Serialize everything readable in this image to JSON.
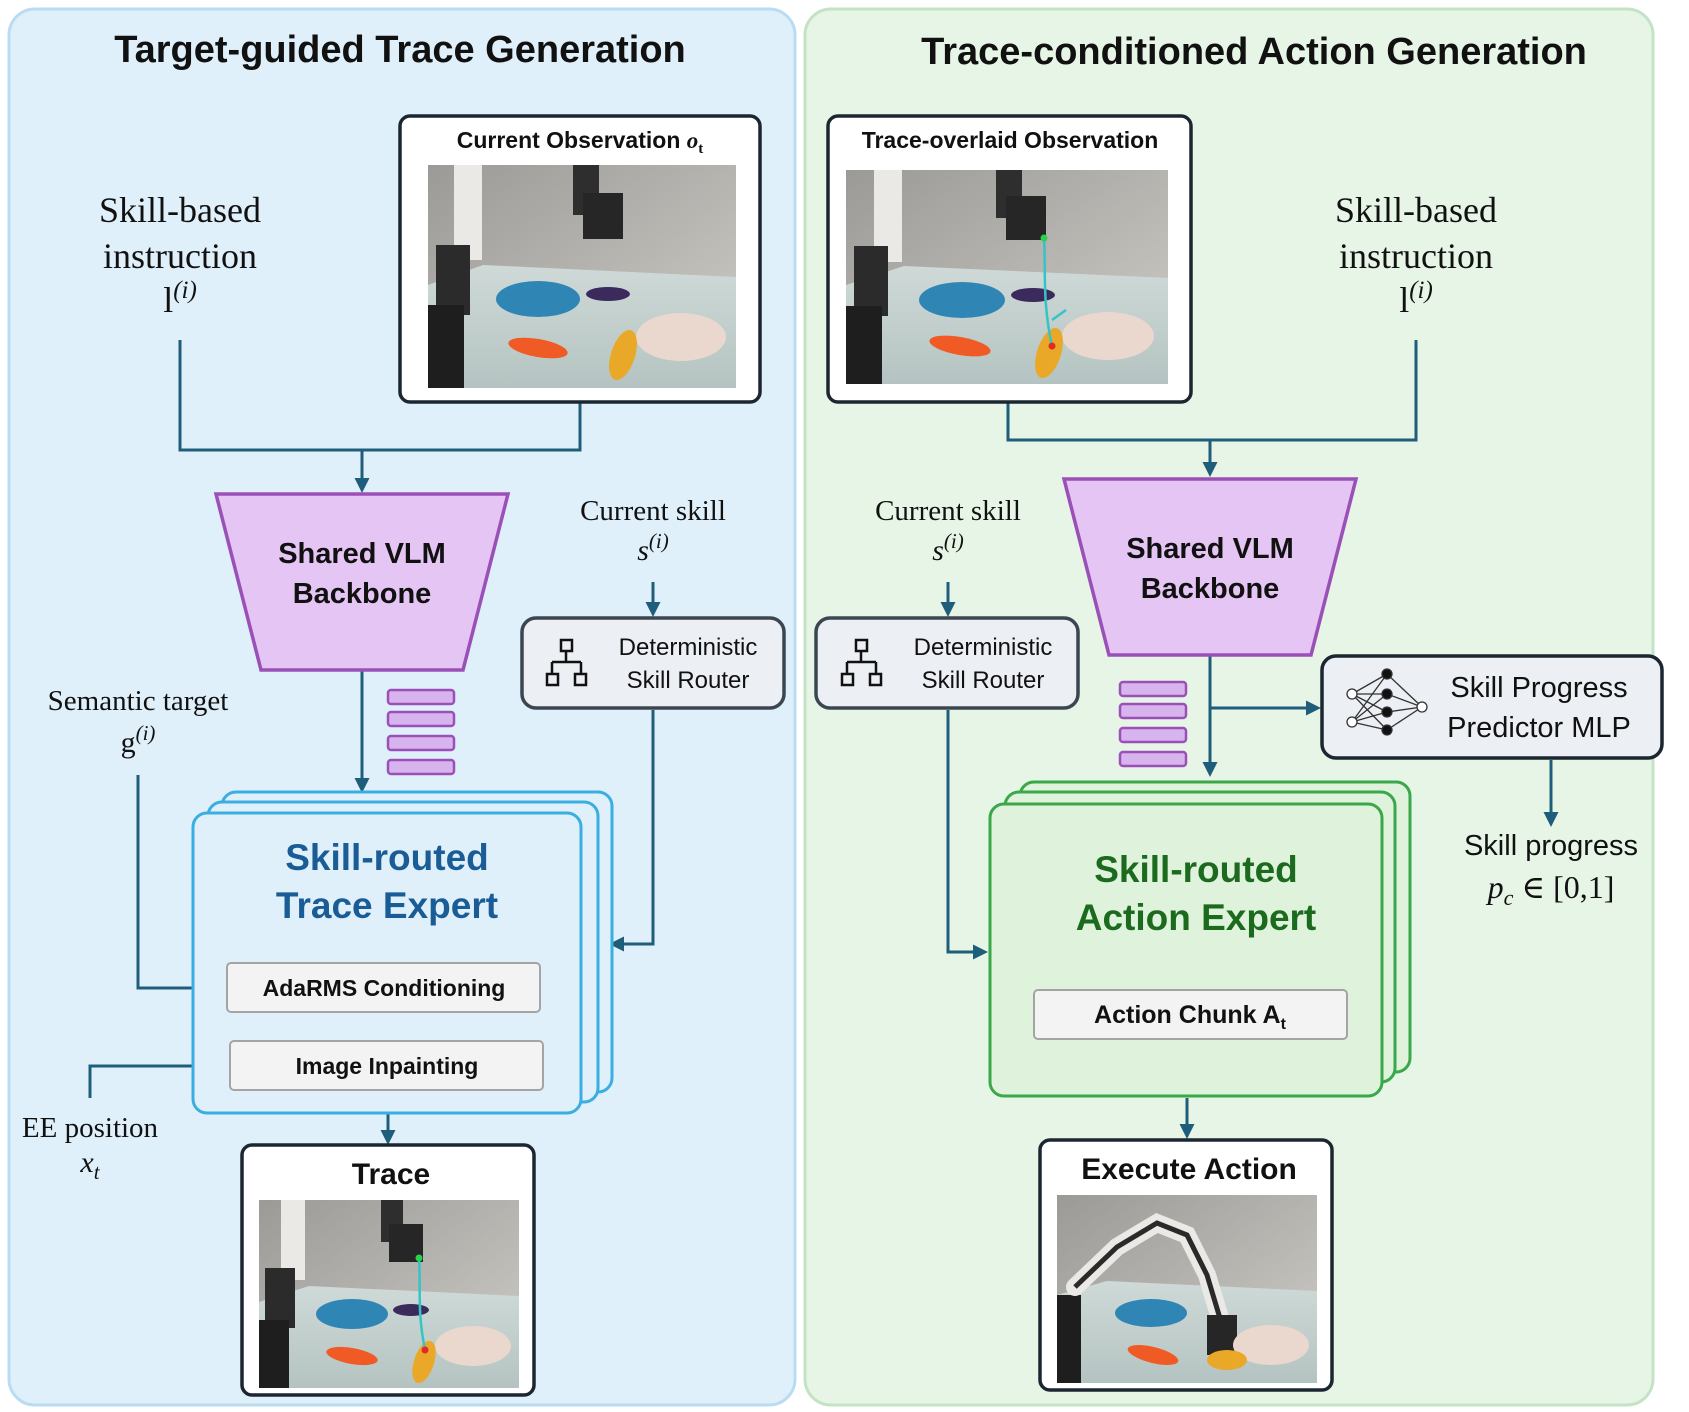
{
  "colors": {
    "left_panel_fill": "#e0f0fb",
    "left_panel_border": "#b9dcf2",
    "right_panel_fill": "#e6f5e6",
    "right_panel_border": "#c4e3c4",
    "vlm_fill": "#e4c5f4",
    "vlm_border": "#9a50b6",
    "token_fill": "#d8b4ef",
    "arrow": "#1f5e7a",
    "trace_expert_border": "#3aaee0",
    "trace_expert_text": "#1a5d96",
    "action_expert_border": "#3aa84a",
    "action_expert_fill": "#dff2dc",
    "action_expert_text": "#1b6a1d",
    "router_fill": "#eceff3",
    "router_border": "#3c4650"
  },
  "left": {
    "title": "Target-guided Trace Generation",
    "observation": {
      "label": "Current Observation ",
      "symbol": "o",
      "subscript": "t"
    },
    "instruction": {
      "line1": "Skill-based",
      "line2": "instruction",
      "symbol": "l",
      "superscript": "(i)"
    },
    "vlm": {
      "line1": "Shared VLM",
      "line2": "Backbone"
    },
    "current_skill": {
      "label": "Current skill",
      "symbol": "s",
      "superscript": "(i)"
    },
    "router": {
      "line1": "Deterministic",
      "line2": "Skill Router",
      "icon": "hierarchy-icon"
    },
    "semantic_target": {
      "label": "Semantic target",
      "symbol": "g",
      "superscript": "(i)"
    },
    "expert": {
      "line1": "Skill-routed",
      "line2": "Trace Expert"
    },
    "conditioning_label": "AdaRMS Conditioning",
    "inpainting_label": "Image Inpainting",
    "ee_position": {
      "label": "EE position",
      "symbol": "x",
      "subscript": "t"
    },
    "output_label": "Trace"
  },
  "right": {
    "title": "Trace-conditioned Action Generation",
    "observation_label": "Trace-overlaid Observation",
    "instruction": {
      "line1": "Skill-based",
      "line2": "instruction",
      "symbol": "l",
      "superscript": "(i)"
    },
    "current_skill": {
      "label": "Current skill",
      "symbol": "s",
      "superscript": "(i)"
    },
    "router": {
      "line1": "Deterministic",
      "line2": "Skill Router",
      "icon": "hierarchy-icon"
    },
    "vlm": {
      "line1": "Shared VLM",
      "line2": "Backbone"
    },
    "mlp": {
      "line1": "Skill Progress",
      "line2": "Predictor MLP",
      "icon": "neural-network-icon"
    },
    "progress": {
      "label": "Skill progress",
      "symbol": "p",
      "subscript": "c",
      "range": " ∈ [0,1]"
    },
    "expert": {
      "line1": "Skill-routed",
      "line2": "Action Expert"
    },
    "chunk": {
      "label": "Action Chunk A",
      "subscript": "t"
    },
    "output_label": "Execute Action"
  }
}
